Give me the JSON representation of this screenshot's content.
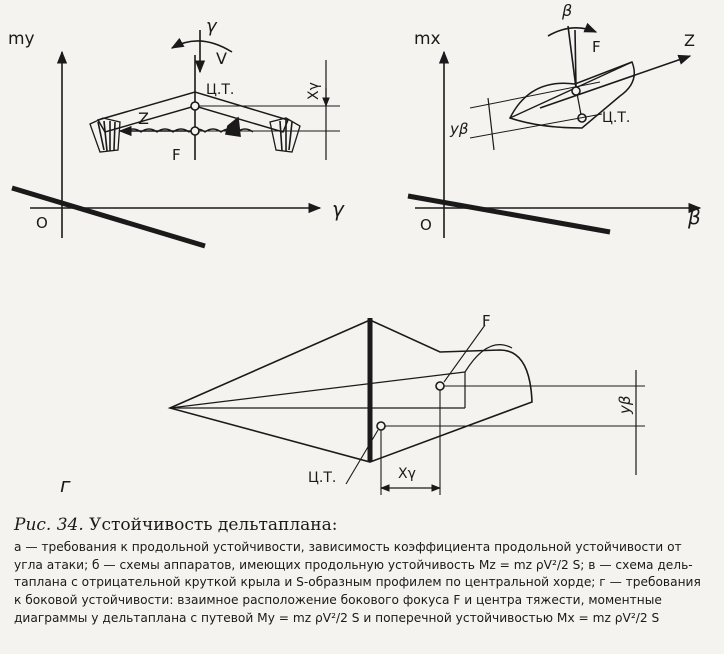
{
  "diagram": {
    "left": {
      "axis_y": "my",
      "axis_x": "γ",
      "origin": "O",
      "gamma": "γ",
      "v": "V",
      "ct": "Ц.Т.",
      "f": "F",
      "z": "Z",
      "xgamma": "Xγ"
    },
    "right": {
      "axis_y": "mx",
      "axis_x": "β",
      "origin": "O",
      "beta": "β",
      "f": "F",
      "z": "Z",
      "ct": "Ц.Т.",
      "ybeta": "yβ"
    },
    "bottom": {
      "f": "F",
      "ct": "Ц.Т.",
      "ybeta": "yβ",
      "xgamma": "Xγ",
      "letter": "г"
    }
  },
  "caption": {
    "fig_label": "Рис. 34.",
    "title": "Устойчивость дельтаплана:",
    "line1": "а — требования к продольной устойчивости, зависимость коэффициента продольной устойчивости от",
    "line2": "угла атаки; б — схемы аппаратов, имеющих продольную устойчивость Mz = mz ρV²/2 S; в — схема дель-",
    "line3": "таплана с отрицательной круткой крыла и S-образным профилем по центральной хорде; г — требования",
    "line4": "к боковой устойчивости: взаимное расположение бокового фокуса F и центра тяжести, моментные",
    "line5": "диаграммы у дельтаплана с путевой My = mz ρV²/2 S и поперечной устойчивостью Mx = mz ρV²/2 S"
  }
}
